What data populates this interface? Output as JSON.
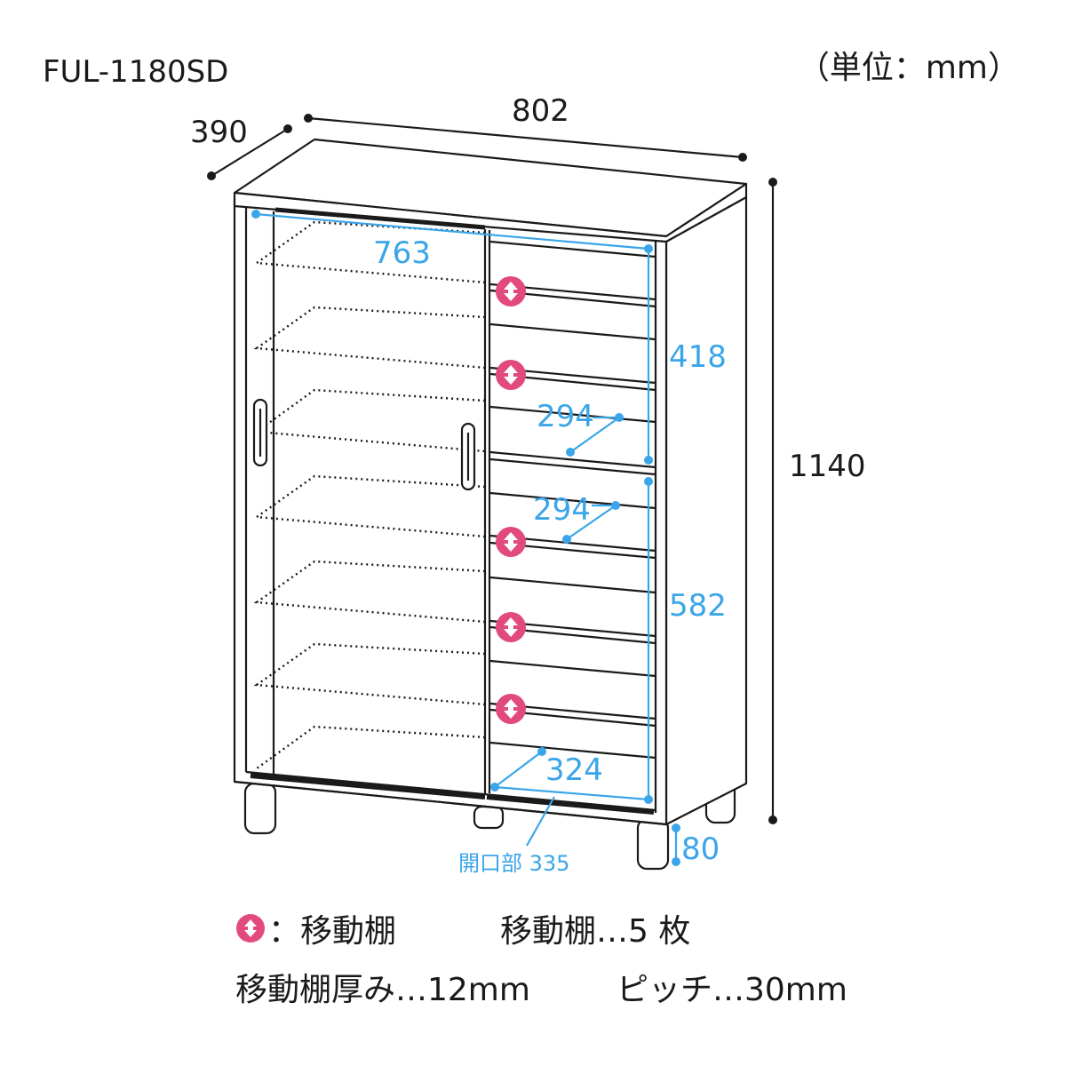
{
  "model": "FUL-1180SD",
  "unit_label": "（単位：mm）",
  "dimensions": {
    "depth": "390",
    "width": "802",
    "height": "1140",
    "inner_width": "763",
    "upper_inner_height": "418",
    "lower_inner_height": "582",
    "inner_depth_a": "294",
    "inner_depth_b": "294",
    "bottom_depth": "324",
    "leg_height": "80",
    "opening": "開口部 335"
  },
  "legend": {
    "symbol_label": "：移動棚",
    "shelf_count": "移動棚…5 枚",
    "shelf_thickness": "移動棚厚み…12mm",
    "pitch": "ピッチ…30mm"
  },
  "colors": {
    "line": "#1a1a1a",
    "dimension": "#3aa5e8",
    "shelf_marker": "#e24a7e"
  }
}
